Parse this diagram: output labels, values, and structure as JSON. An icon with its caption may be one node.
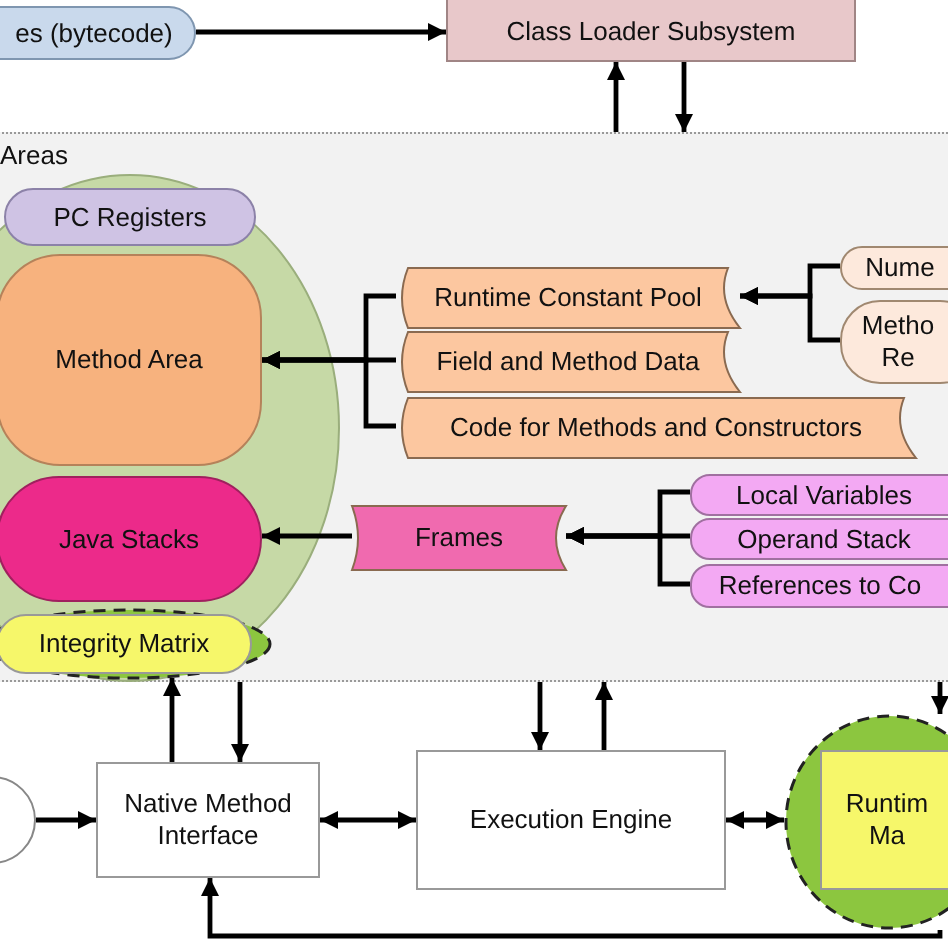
{
  "diagram": {
    "nodes": [
      {
        "text": [
          "es (bytecode)"
        ]
      },
      {
        "text": [
          "Class Loader Subsystem"
        ]
      },
      {
        "text": [
          "Areas"
        ]
      },
      {
        "text": [],
        "shape": "ellipse",
        "in": 2
      },
      {
        "text": [
          "PC Registers"
        ],
        "in": 3
      },
      {
        "text": [
          "Method Area"
        ],
        "in": 3
      },
      {
        "text": [
          "Java Stacks"
        ],
        "in": 3
      },
      {
        "text": [
          "Integrity Matrix"
        ],
        "in": 3
      },
      {
        "text": [
          "Runtime Constant Pool"
        ],
        "in": 2
      },
      {
        "text": [
          "Field and Method Data"
        ],
        "in": 2
      },
      {
        "text": [
          "Code for Methods and Constructors"
        ],
        "in": 2
      },
      {
        "text": [
          "Nume"
        ],
        "in": 2
      },
      {
        "text": [
          "Metho Re"
        ],
        "in": 2
      },
      {
        "text": [
          "Frames"
        ],
        "in": 2
      },
      {
        "text": [
          "Local Variables"
        ],
        "in": 2
      },
      {
        "text": [
          "Operand Stack"
        ],
        "in": 2
      },
      {
        "text": [
          "References to Co"
        ],
        "in": 2
      },
      {
        "text": [],
        "shape": "circle"
      },
      {
        "text": [
          "Native Method Interface"
        ]
      },
      {
        "text": [
          "Execution Engine"
        ]
      },
      {
        "text": [
          "Runtim Ma"
        ]
      }
    ],
    "edges": [
      {
        "from": 0,
        "to": 1,
        "arrow": "to"
      },
      {
        "from": 2,
        "to": 1,
        "arrow": "to"
      },
      {
        "from": 1,
        "to": 2,
        "arrow": "to"
      },
      {
        "from": 8,
        "to": 5,
        "arrow": "to"
      },
      {
        "from": 9,
        "to": 5,
        "arrow": "to"
      },
      {
        "from": 10,
        "to": 5,
        "arrow": "to"
      },
      {
        "from": 11,
        "to": 8,
        "arrow": "to"
      },
      {
        "from": 12,
        "to": 8,
        "arrow": "to"
      },
      {
        "from": 13,
        "to": 6,
        "arrow": "to"
      },
      {
        "from": 14,
        "to": 13,
        "arrow": "to"
      },
      {
        "from": 15,
        "to": 13,
        "arrow": "to"
      },
      {
        "from": 16,
        "to": 13,
        "arrow": "to"
      },
      {
        "from": 18,
        "to": 7,
        "arrow": "to"
      },
      {
        "from": 2,
        "to": 18,
        "arrow": "to"
      },
      {
        "from": 2,
        "to": 19,
        "arrow": "to"
      },
      {
        "from": 19,
        "to": 2,
        "arrow": "to"
      },
      {
        "from": 17,
        "to": 18,
        "arrow": "to"
      },
      {
        "from": 18,
        "to": 19,
        "arrow": "both"
      },
      {
        "from": 19,
        "to": 20,
        "arrow": "both"
      },
      {
        "from": 2,
        "to": 20,
        "arrow": "to"
      },
      {
        "from": 20,
        "to": 18,
        "arrow": "to"
      }
    ]
  }
}
